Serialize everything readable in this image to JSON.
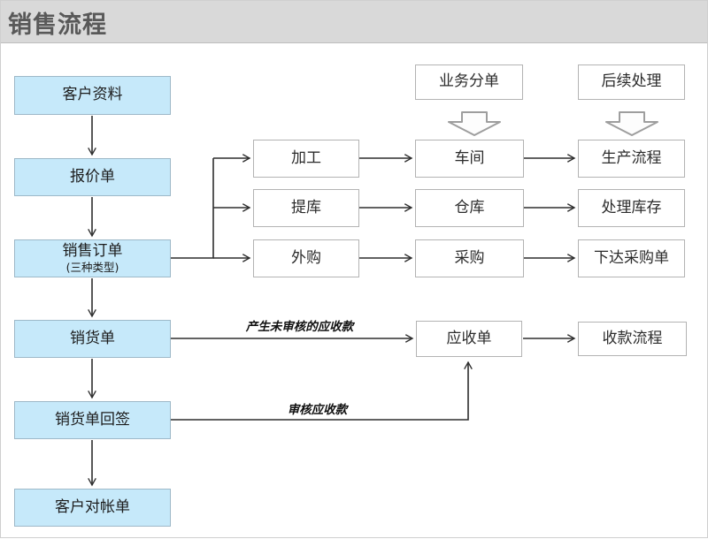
{
  "header": {
    "title": "销售流程"
  },
  "colors": {
    "header_bg": "#d9d9d9",
    "header_border": "#bdbdbd",
    "title_color": "#595959",
    "blue_fill": "#c6e9fa",
    "blue_border": "#9db8c8",
    "white_box_border": "#b3b3b3",
    "line_color": "#2e2e2e",
    "block_arrow_stroke": "#9e9e9e",
    "page_border": "#cfcfcf"
  },
  "left_column": [
    {
      "label": "客户资料"
    },
    {
      "label": "报价单"
    },
    {
      "label": "销售订单",
      "sublabel": "(三种类型)"
    },
    {
      "label": "销货单"
    },
    {
      "label": "销货单回签"
    },
    {
      "label": "客户对帐单"
    }
  ],
  "column_headers": [
    {
      "label": "业务分单"
    },
    {
      "label": "后续处理"
    }
  ],
  "branch_rows": [
    {
      "type": "加工",
      "department": "车间",
      "followup": "生产流程"
    },
    {
      "type": "提库",
      "department": "仓库",
      "followup": "处理库存"
    },
    {
      "type": "外购",
      "department": "采购",
      "followup": "下达采购单"
    }
  ],
  "receivable_row": {
    "box": "应收单",
    "followup": "收款流程"
  },
  "edge_labels": {
    "unaudited": "产生未审核的应收款",
    "audited": "审核应收款"
  }
}
